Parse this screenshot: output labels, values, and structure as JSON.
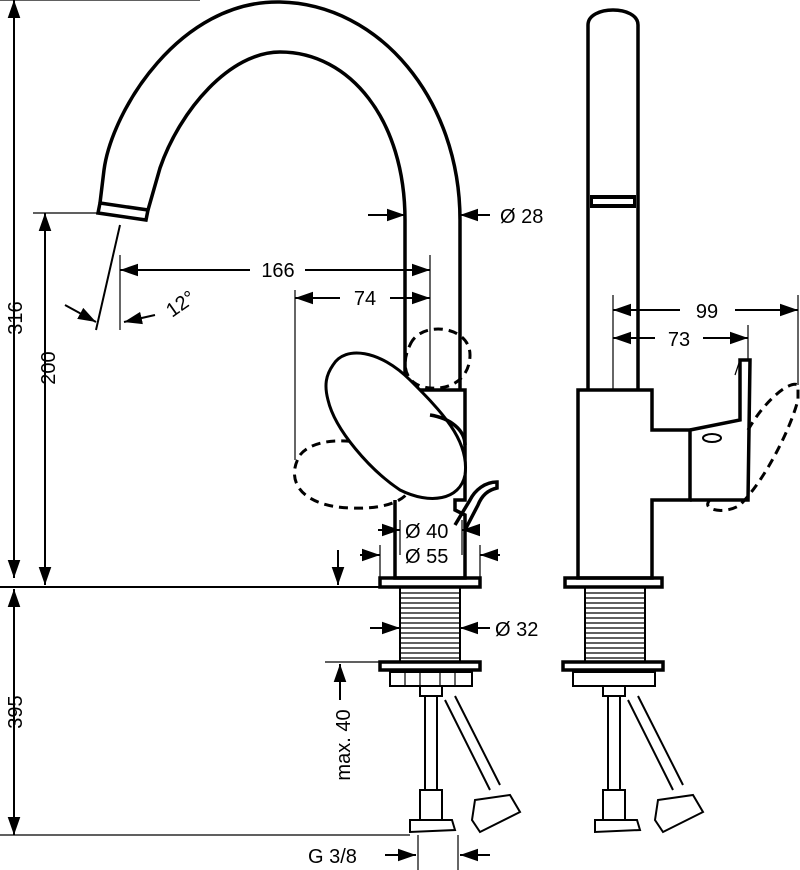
{
  "dimensions": {
    "overall_height": "316",
    "spout_height": "200",
    "reach_total": "166",
    "reach_handle": "74",
    "spout_angle": "12°",
    "spout_diameter": "Ø 28",
    "base_diameter_small": "Ø 40",
    "base_diameter_large": "Ø 55",
    "shank_diameter": "Ø 32",
    "below_counter": "395",
    "max_thickness": "max. 40",
    "connection": "G 3/8",
    "side_depth_total": "99",
    "side_depth_handle": "73"
  }
}
